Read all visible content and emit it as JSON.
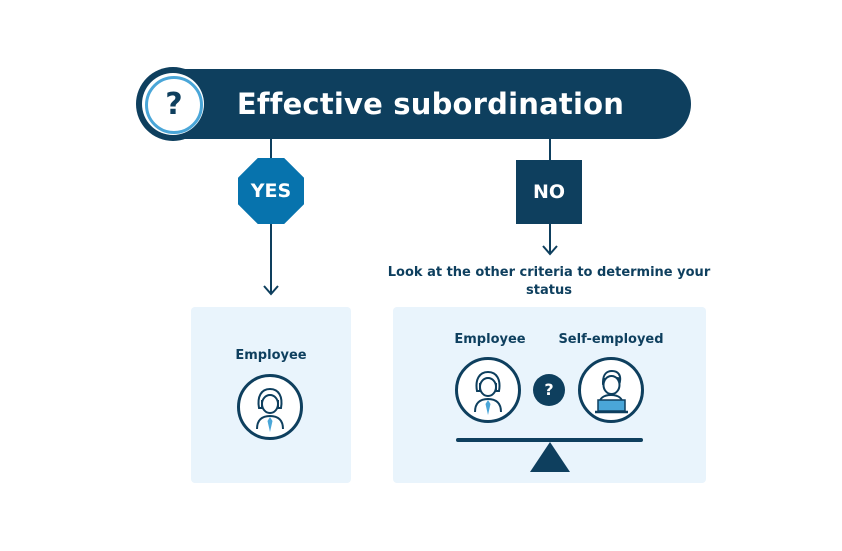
{
  "header": {
    "title": "Effective subordination",
    "badge_symbol": "?"
  },
  "yes_branch": {
    "label": "YES",
    "result_label": "Employee"
  },
  "no_branch": {
    "label": "NO",
    "instruction": "Look at the other criteria to determine your status",
    "options": [
      {
        "label": "Employee"
      },
      {
        "label": "Self-employed"
      }
    ],
    "middle_symbol": "?"
  },
  "colors": {
    "navy": "#0e3f5e",
    "blue": "#0773ad",
    "light_blue": "#4aa6d8",
    "panel_bg": "#e9f4fc"
  },
  "icons": [
    "question-mark-icon",
    "employee-icon",
    "self-employed-icon",
    "scale-icon"
  ]
}
